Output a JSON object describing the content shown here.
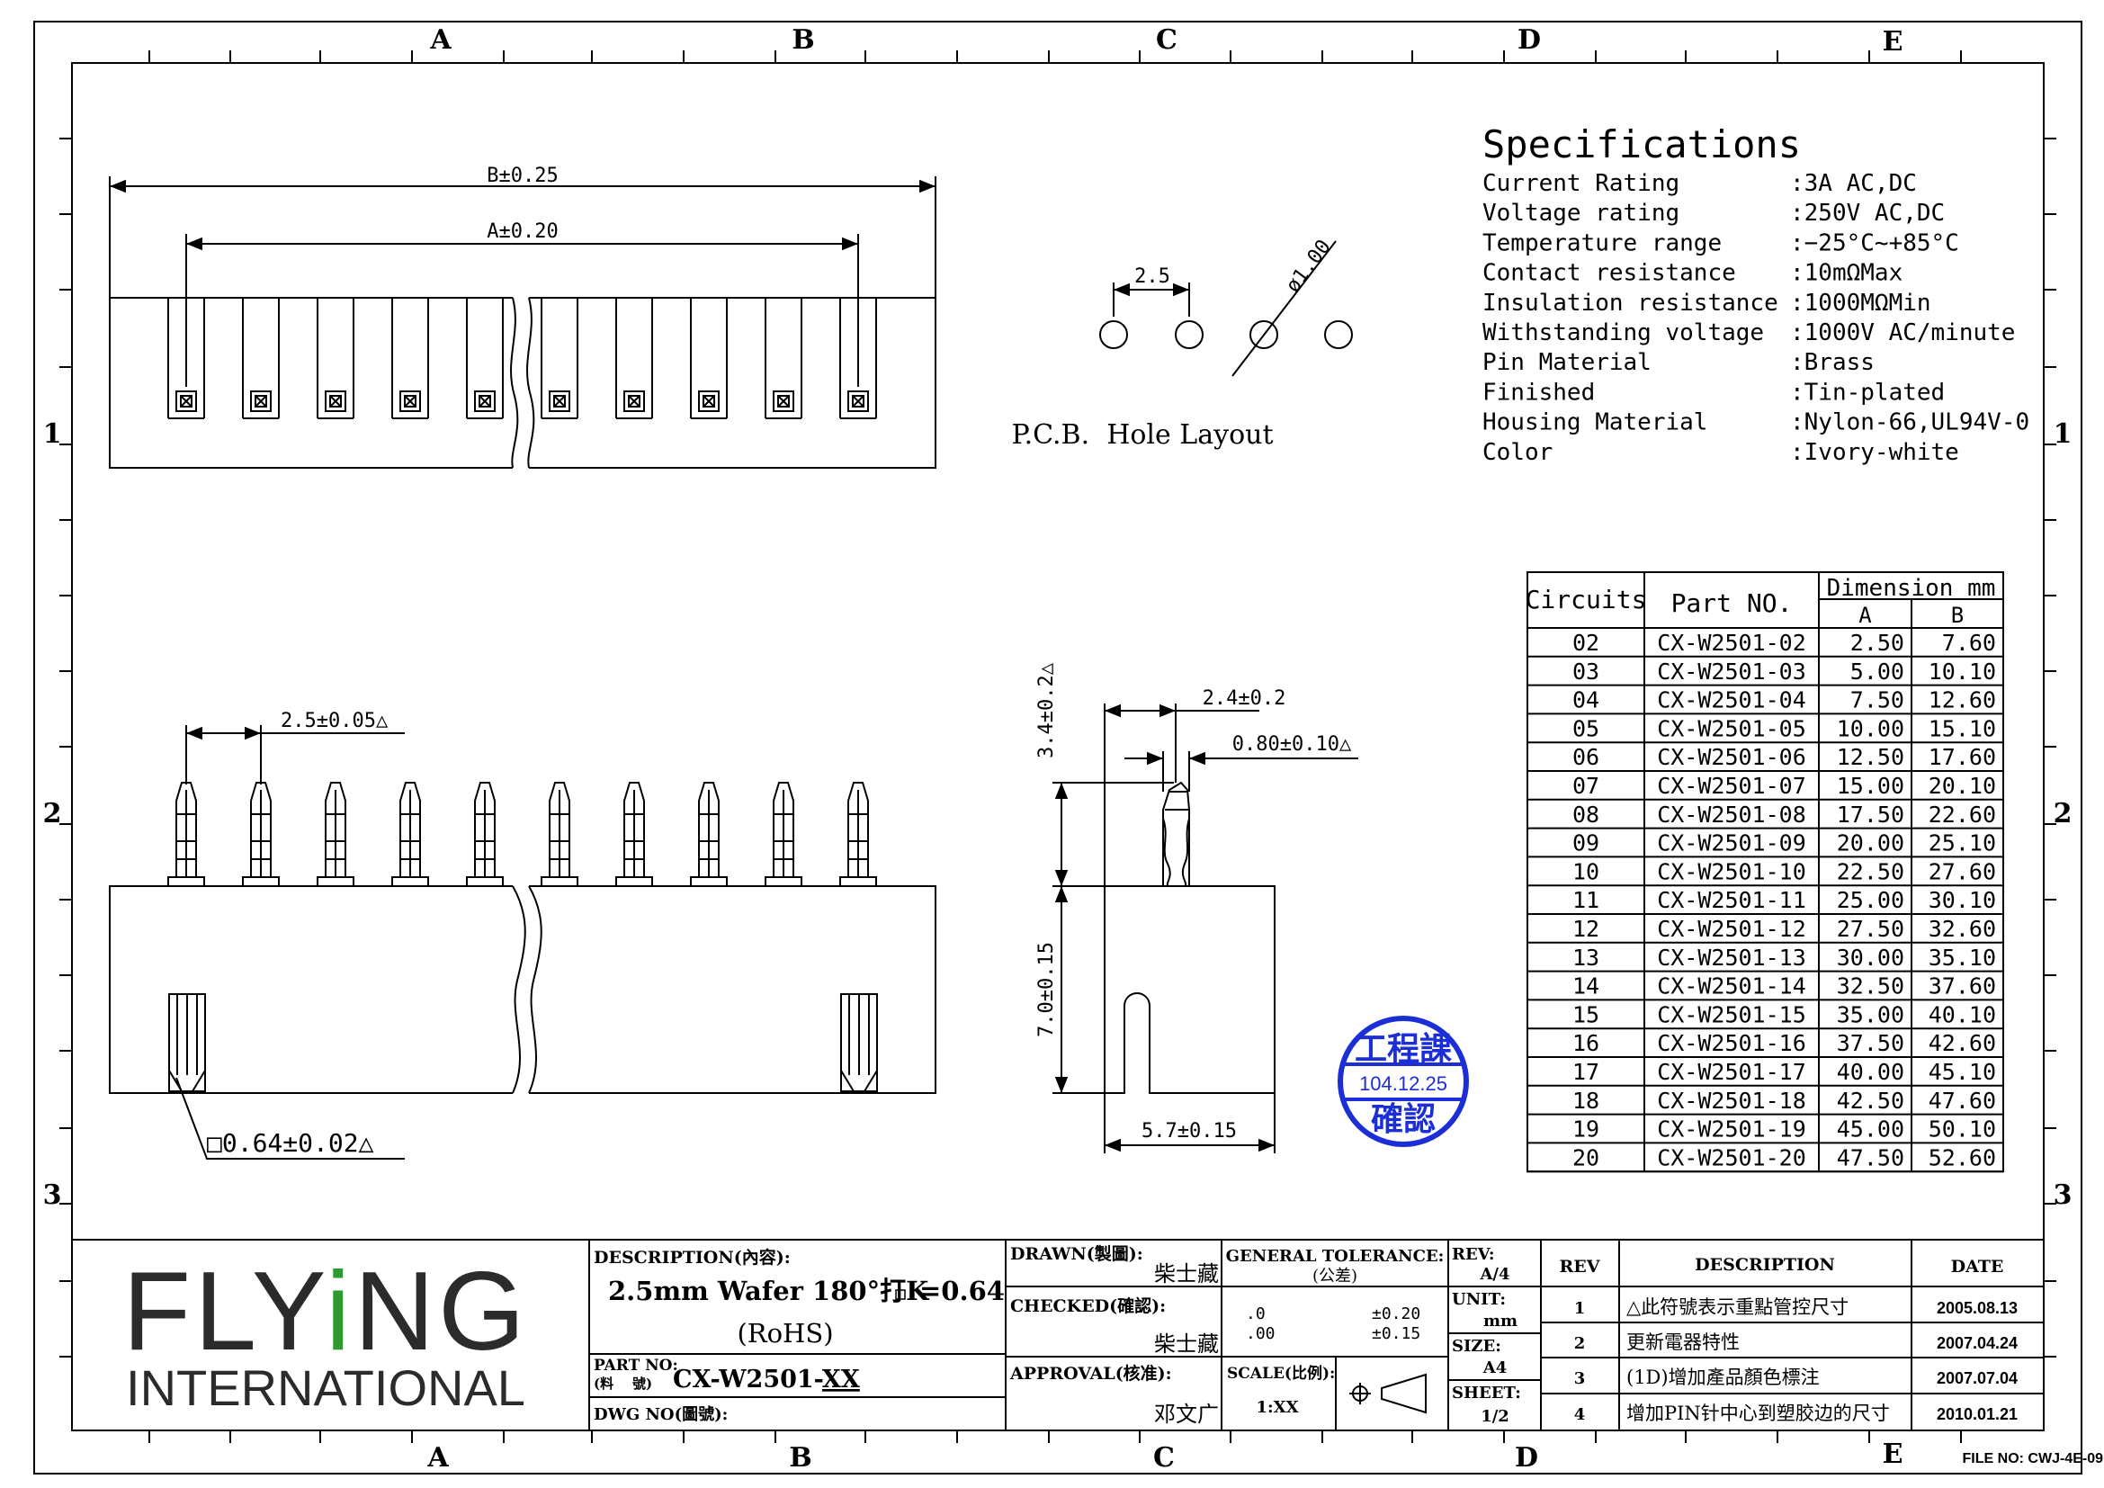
{
  "grid": {
    "columns": [
      "A",
      "B",
      "C",
      "D",
      "E"
    ],
    "rows": [
      "1",
      "2",
      "3"
    ]
  },
  "top_view": {
    "dim_b": "B±0.25",
    "dim_a": "A±0.20"
  },
  "pcb": {
    "pitch": "2.5",
    "hole": "ø1.00",
    "title": "P.C.B.  Hole Layout"
  },
  "specs": {
    "title": "Specifications",
    "rows": [
      {
        "label": "Current Rating",
        "value": ":3A AC,DC"
      },
      {
        "label": "Voltage rating",
        "value": ":250V AC,DC"
      },
      {
        "label": "Temperature range",
        "value": ":−25°C~+85°C"
      },
      {
        "label": "Contact resistance",
        "value": ":10mΩMax"
      },
      {
        "label": "Insulation resistance",
        "value": ":1000MΩMin"
      },
      {
        "label": "Withstanding voltage",
        "value": ":1000V AC/minute"
      },
      {
        "label": "Pin Material",
        "value": ":Brass"
      },
      {
        "label": "Finished",
        "value": ":Tin-plated"
      },
      {
        "label": "Housing Material",
        "value": ":Nylon-66,UL94V-0"
      },
      {
        "label": "Color",
        "value": ":Ivory-white"
      }
    ]
  },
  "part_table": {
    "headers": {
      "circuits": "Circuits",
      "part": "Part NO.",
      "dimension": "Dimension mm",
      "a": "A",
      "b": "B"
    },
    "rows": [
      [
        "02",
        "CX-W2501-02",
        "2.50",
        "7.60"
      ],
      [
        "03",
        "CX-W2501-03",
        "5.00",
        "10.10"
      ],
      [
        "04",
        "CX-W2501-04",
        "7.50",
        "12.60"
      ],
      [
        "05",
        "CX-W2501-05",
        "10.00",
        "15.10"
      ],
      [
        "06",
        "CX-W2501-06",
        "12.50",
        "17.60"
      ],
      [
        "07",
        "CX-W2501-07",
        "15.00",
        "20.10"
      ],
      [
        "08",
        "CX-W2501-08",
        "17.50",
        "22.60"
      ],
      [
        "09",
        "CX-W2501-09",
        "20.00",
        "25.10"
      ],
      [
        "10",
        "CX-W2501-10",
        "22.50",
        "27.60"
      ],
      [
        "11",
        "CX-W2501-11",
        "25.00",
        "30.10"
      ],
      [
        "12",
        "CX-W2501-12",
        "27.50",
        "32.60"
      ],
      [
        "13",
        "CX-W2501-13",
        "30.00",
        "35.10"
      ],
      [
        "14",
        "CX-W2501-14",
        "32.50",
        "37.60"
      ],
      [
        "15",
        "CX-W2501-15",
        "35.00",
        "40.10"
      ],
      [
        "16",
        "CX-W2501-16",
        "37.50",
        "42.60"
      ],
      [
        "17",
        "CX-W2501-17",
        "40.00",
        "45.10"
      ],
      [
        "18",
        "CX-W2501-18",
        "42.50",
        "47.60"
      ],
      [
        "19",
        "CX-W2501-19",
        "45.00",
        "50.10"
      ],
      [
        "20",
        "CX-W2501-20",
        "47.50",
        "52.60"
      ]
    ]
  },
  "front_view": {
    "pitch": "2.5±0.05△",
    "pin_size": "□0.64±0.02△"
  },
  "side_view": {
    "dim_top_height": "3.4±0.2△",
    "dim_body_height": "7.0±0.15",
    "dim_pin_offset": "2.4±0.2",
    "dim_pin_thickness": "0.80±0.10△",
    "dim_width": "5.7±0.15"
  },
  "stamp": {
    "top": "工程課",
    "date": "104.12.25",
    "bottom": "確認"
  },
  "title_block": {
    "logo_top": "FLYiNG",
    "logo_bottom": "INTERNATIONAL",
    "desc_label": "DESCRIPTION(內容):",
    "desc_line1": "2.5mm Wafer 180°打K",
    "desc_line1_tail": "=0.64",
    "desc_line2": "(RoHS)",
    "part_no_label": "PART NO:",
    "part_no_label2": "(料    號)",
    "part_no_prefix": "CX-W2501-",
    "part_no_suffix": "XX",
    "dwg_no_label": "DWG NO(圖號):",
    "drawn_label": "DRAWN(製圖):",
    "drawn_name": "柴士藏",
    "checked_label": "CHECKED(確認):",
    "checked_name": "柴士藏",
    "approval_label": "APPROVAL(核准):",
    "approval_name": "邓文广",
    "tolerance_label": "GENERAL TOLERANCE:",
    "tolerance_label2": "(公差)",
    "tol_1_key": ".0",
    "tol_1_val": "±0.20",
    "tol_2_key": ".00",
    "tol_2_val": "±0.15",
    "scale_label": "SCALE(比例):",
    "scale_value": "1:XX",
    "rev_label": "REV:",
    "rev_value": "A/4",
    "unit_label": "UNIT:",
    "unit_value": "mm",
    "size_label": "SIZE:",
    "size_value": "A4",
    "sheet_label": "SHEET:",
    "sheet_value": "1/2"
  },
  "revisions": {
    "headers": {
      "rev": "REV",
      "desc": "DESCRIPTION",
      "date": "DATE"
    },
    "rows": [
      [
        "1",
        "△此符號表示重點管控尺寸",
        "2005.08.13"
      ],
      [
        "2",
        "更新電器特性",
        "2007.04.24"
      ],
      [
        "3",
        "(1D)增加產品顏色標注",
        "2007.07.04"
      ],
      [
        "4",
        "增加PIN针中心到塑胶边的尺寸",
        "2010.01.21"
      ]
    ]
  },
  "file_no": "FILE NO: CWJ-4E-09",
  "colors": {
    "line": "#000000",
    "stamp": "#1c2fd6",
    "logo_green": "#2f9a2f",
    "logo_dark": "#2b2b2b"
  }
}
